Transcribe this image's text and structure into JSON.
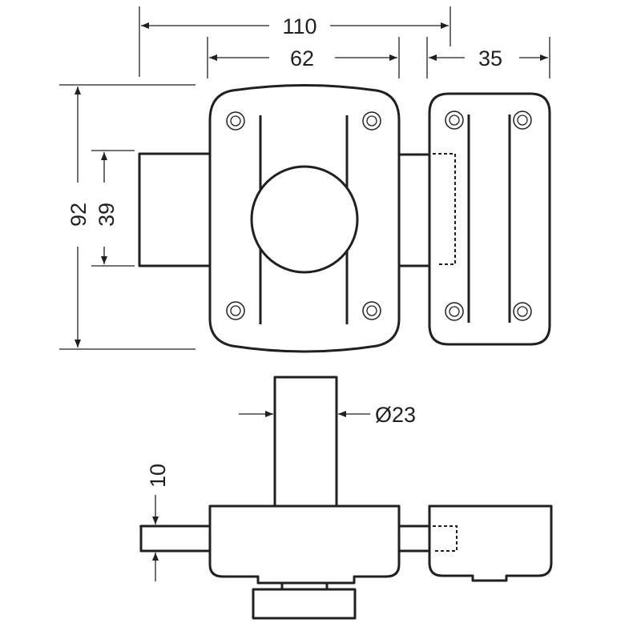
{
  "dimensions": {
    "overall_width": "110",
    "body_width": "62",
    "keeper_width": "35",
    "overall_height": "92",
    "bolt_height": "39",
    "knob_diameter": "Ø23",
    "bolt_thickness": "10"
  },
  "colors": {
    "line": "#231f20",
    "background": "#ffffff"
  }
}
